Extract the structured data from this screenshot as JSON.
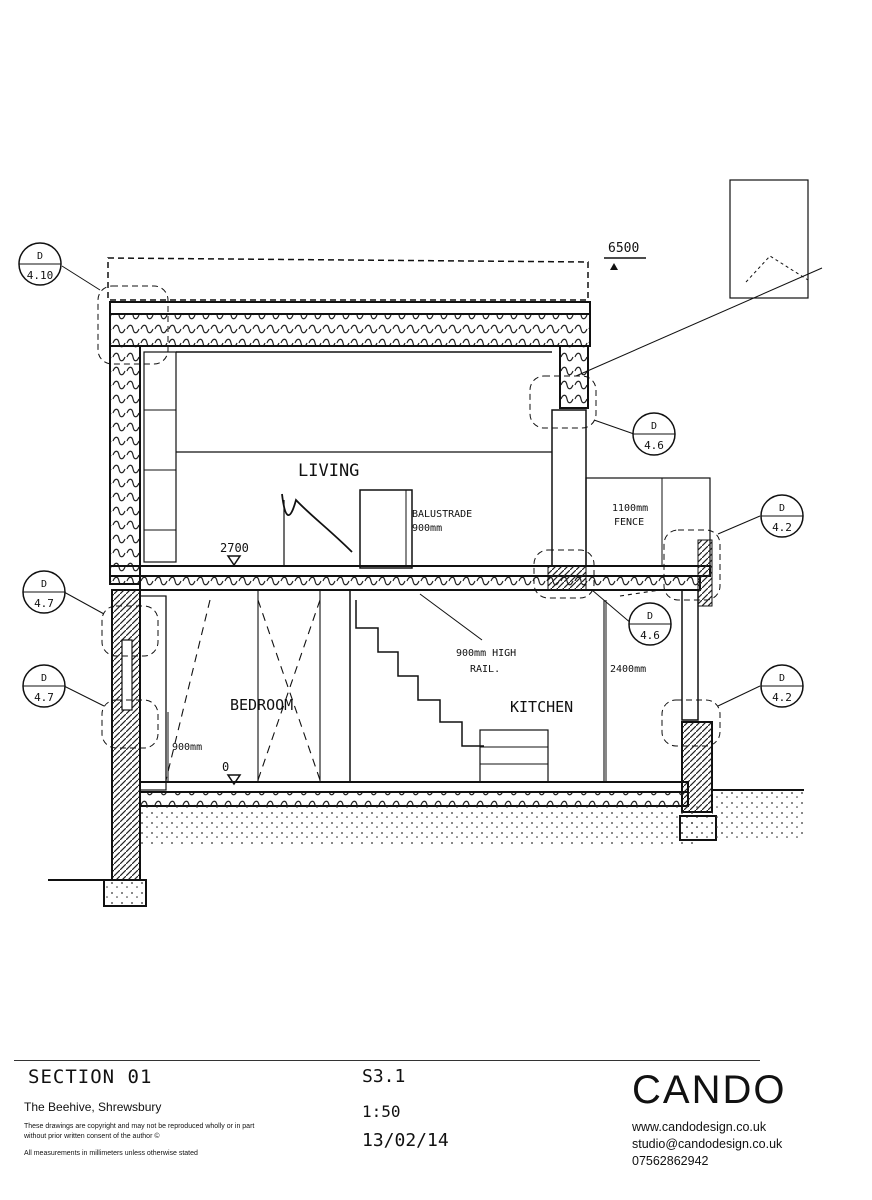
{
  "drawing": {
    "rooms": {
      "living": "LIVING",
      "bedroom": "BEDROOM",
      "kitchen": "KITCHEN"
    },
    "levels": {
      "roof": "6500",
      "first_floor": "2700",
      "ground": "0"
    },
    "notes": {
      "balustrade": "BALUSTRADE",
      "balustrade_height": "900mm",
      "fence_height": "1100mm",
      "fence": "FENCE",
      "rail_height": "900mm HIGH",
      "rail": "RAIL.",
      "kitchen_height": "2400mm",
      "bedroom_sill": "900mm"
    },
    "detail_refs": [
      {
        "letter": "D",
        "number": "4.10"
      },
      {
        "letter": "D",
        "number": "4.6"
      },
      {
        "letter": "D",
        "number": "4.2"
      },
      {
        "letter": "D",
        "number": "4.7"
      },
      {
        "letter": "D",
        "number": "4.6"
      },
      {
        "letter": "D",
        "number": "4.7"
      },
      {
        "letter": "D",
        "number": "4.2"
      }
    ]
  },
  "title_block": {
    "title": "SECTION 01",
    "project": "The Beehive, Shrewsbury",
    "copyright": "These drawings are copyright and may not be reproduced wholly or in part without prior written consent of the author ©",
    "measurements_note": "All measurements in millimeters unless otherwise stated",
    "drawing_number": "S3.1",
    "scale": "1:50",
    "date": "13/02/14",
    "brand": "CANDO",
    "website": "www.candodesign.co.uk",
    "email": "studio@candodesign.co.uk",
    "phone": "07562862942"
  }
}
